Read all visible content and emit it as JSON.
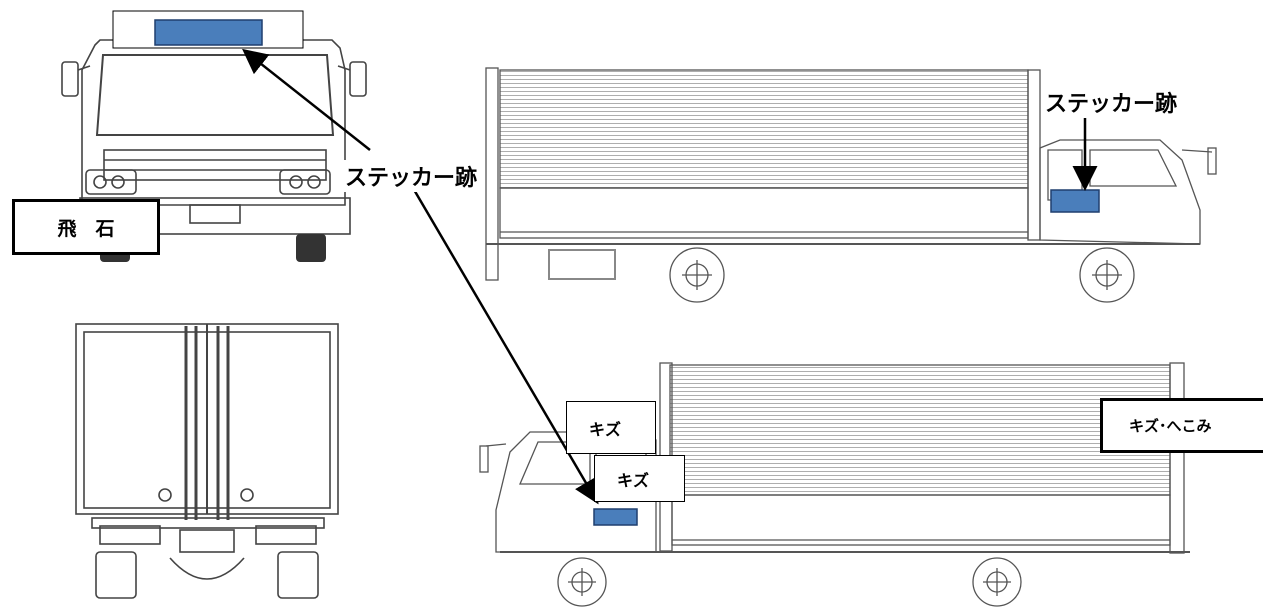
{
  "annotations": {
    "sticker_mark_1": "ステッカー跡",
    "sticker_mark_2": "ステッカー跡",
    "flying_stone": "飛　石",
    "scratch_1": "キズ",
    "scratch_2": "キズ",
    "scratch_dent": "キズ･へこみ"
  },
  "colors": {
    "marker_fill": "#4a7ebb",
    "marker_border": "#1f3f6e",
    "line": "#000000",
    "drawing": "#555555"
  }
}
